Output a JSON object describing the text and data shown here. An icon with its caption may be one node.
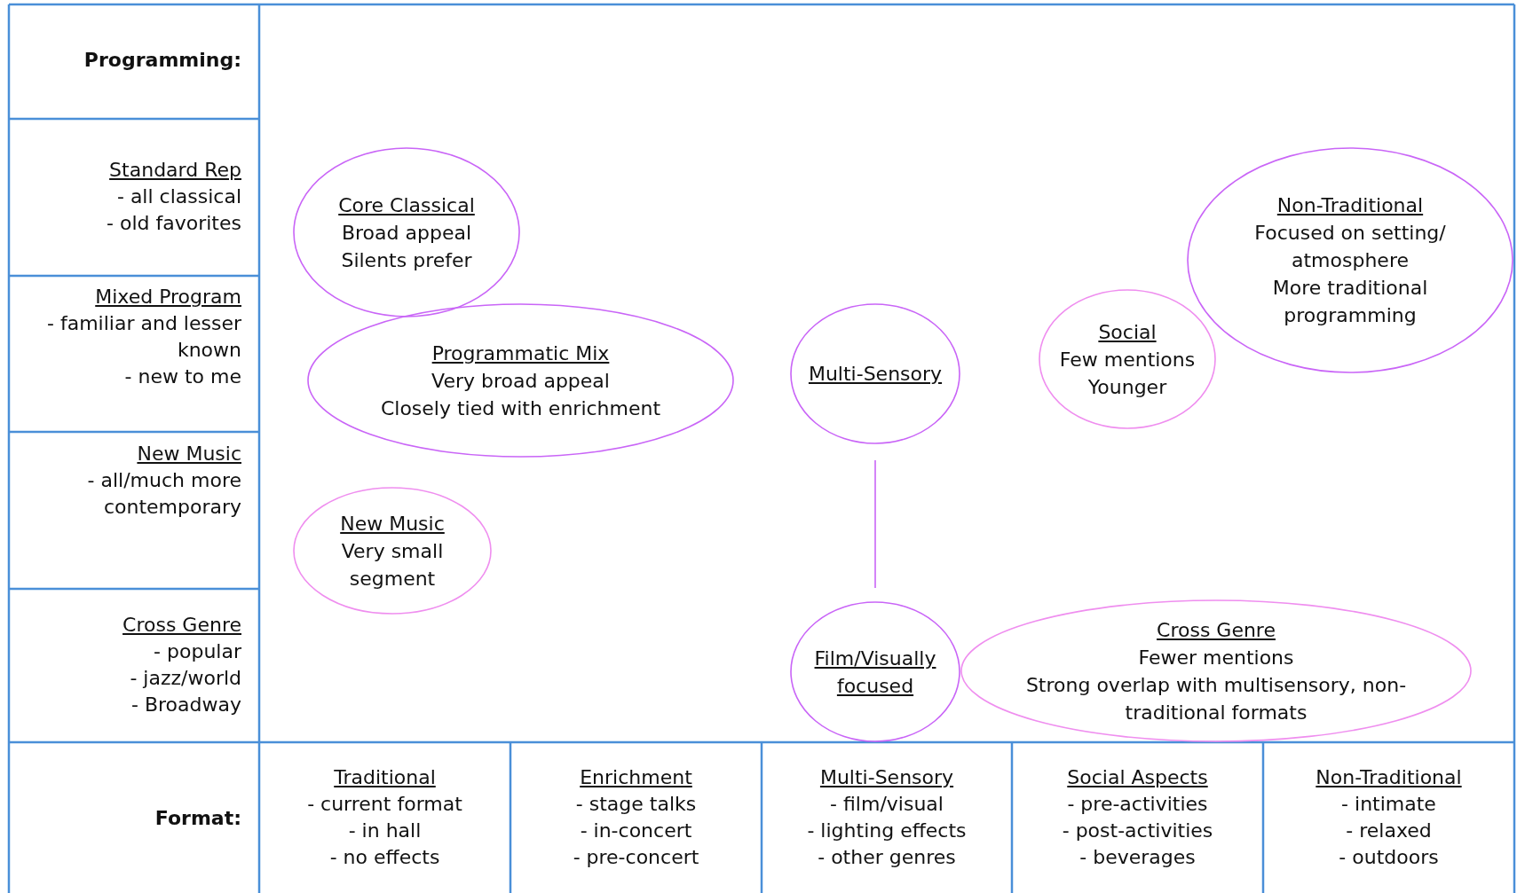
{
  "diagram": {
    "nodes": [
      {
        "text": [
          "Core Classical",
          "Broad appeal",
          "Silents prefer"
        ]
      },
      {
        "text": [
          "Programmatic Mix",
          "Very broad appeal",
          "Closely tied with enrichment"
        ]
      },
      {
        "text": [
          "New Music",
          "Very small segment"
        ]
      },
      {
        "text": [
          "Multi-Sensory"
        ]
      },
      {
        "text": [
          "Film/Visually focused"
        ]
      },
      {
        "text": [
          "Social",
          "Few mentions",
          "Younger"
        ]
      },
      {
        "text": [
          "Non-Traditional",
          "Focused on setting/ atmosphere",
          "More traditional programming"
        ]
      },
      {
        "text": [
          "Cross Genre",
          "Fewer mentions",
          "Strong overlap with multisensory, non-traditional formats"
        ]
      }
    ],
    "edges": [
      {
        "from": 3,
        "to": 4,
        "arrow": "none"
      }
    ],
    "labels": [
      "Programming:",
      "Standard Rep",
      "- all classical",
      "- old favorites",
      "Mixed Program",
      "- familiar and lesser known",
      "- new to me",
      "New Music",
      "- all/much more contemporary",
      "Cross Genre",
      "- popular",
      "- jazz/world",
      "- Broadway",
      "Format:",
      "Traditional",
      "- current format",
      "- in hall",
      "- no effects",
      "Enrichment",
      "- stage talks",
      "- in-concert",
      "- pre-concert",
      "Multi-Sensory",
      "- film/visual",
      "- lighting effects",
      "- other genres",
      "Social Aspects",
      "- pre-activities",
      "- post-activities",
      "- beverages",
      "Non-Traditional",
      "- intimate",
      "- relaxed",
      "- outdoors"
    ]
  }
}
